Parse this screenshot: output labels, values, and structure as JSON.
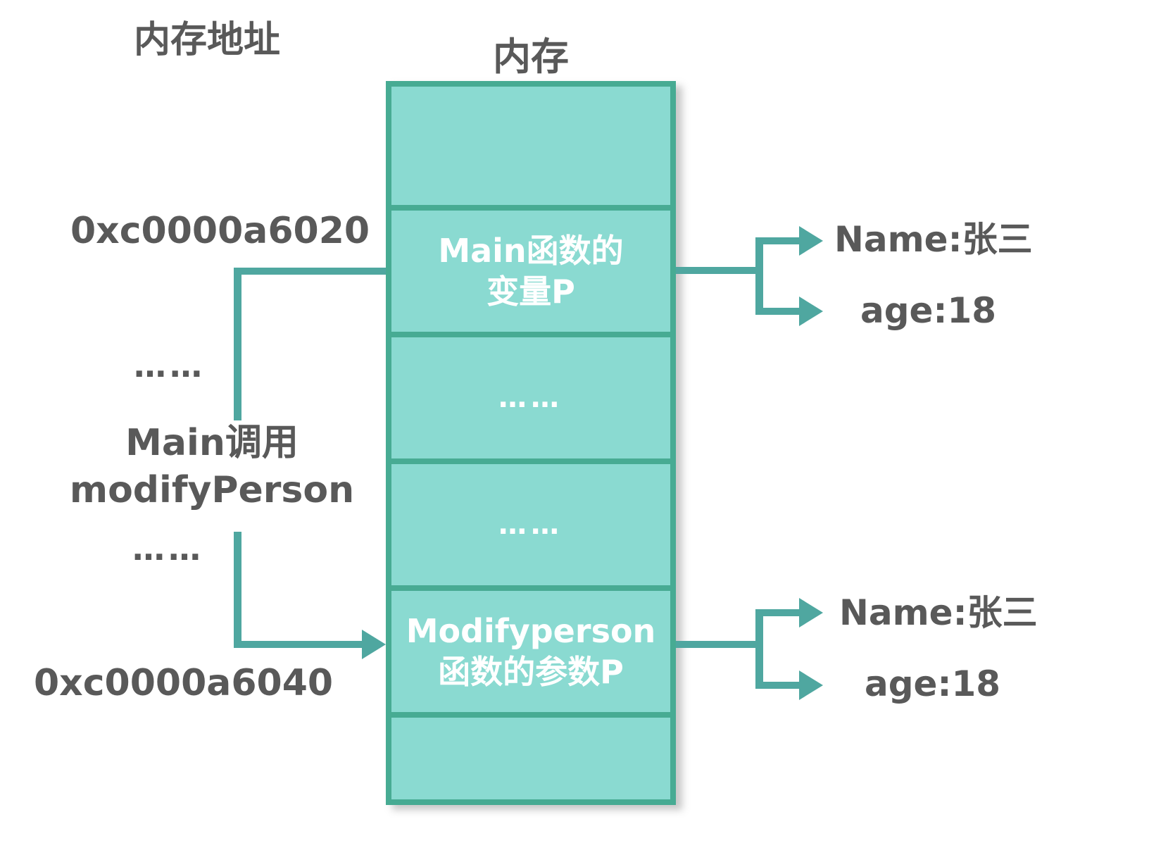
{
  "colors": {
    "cell_fill": "#8ADAD1",
    "box_border": "#47AB93",
    "connector_line": "#4FA7A0",
    "label_gray": "#595959",
    "cell_text": "#FFFFFF"
  },
  "titles": {
    "memory_address": "内存地址",
    "memory": "内存"
  },
  "left": {
    "address_top": "0xc0000a6020",
    "dots_top": "……",
    "call_line1": "Main调用",
    "call_line2": "modifyPerson",
    "dots_bottom": "……",
    "address_bottom": "0xc0000a6040"
  },
  "cells": [
    {
      "line1": "",
      "line2": ""
    },
    {
      "line1": "Main函数的",
      "line2": "变量P"
    },
    {
      "line1": "……",
      "line2": ""
    },
    {
      "line1": "……",
      "line2": ""
    },
    {
      "line1": "Modifyperson",
      "line2": "函数的参数P"
    },
    {
      "line1": "",
      "line2": ""
    }
  ],
  "values": {
    "top_name": "Name:张三",
    "top_age": "age:18",
    "bottom_name": "Name:张三",
    "bottom_age": "age:18"
  }
}
